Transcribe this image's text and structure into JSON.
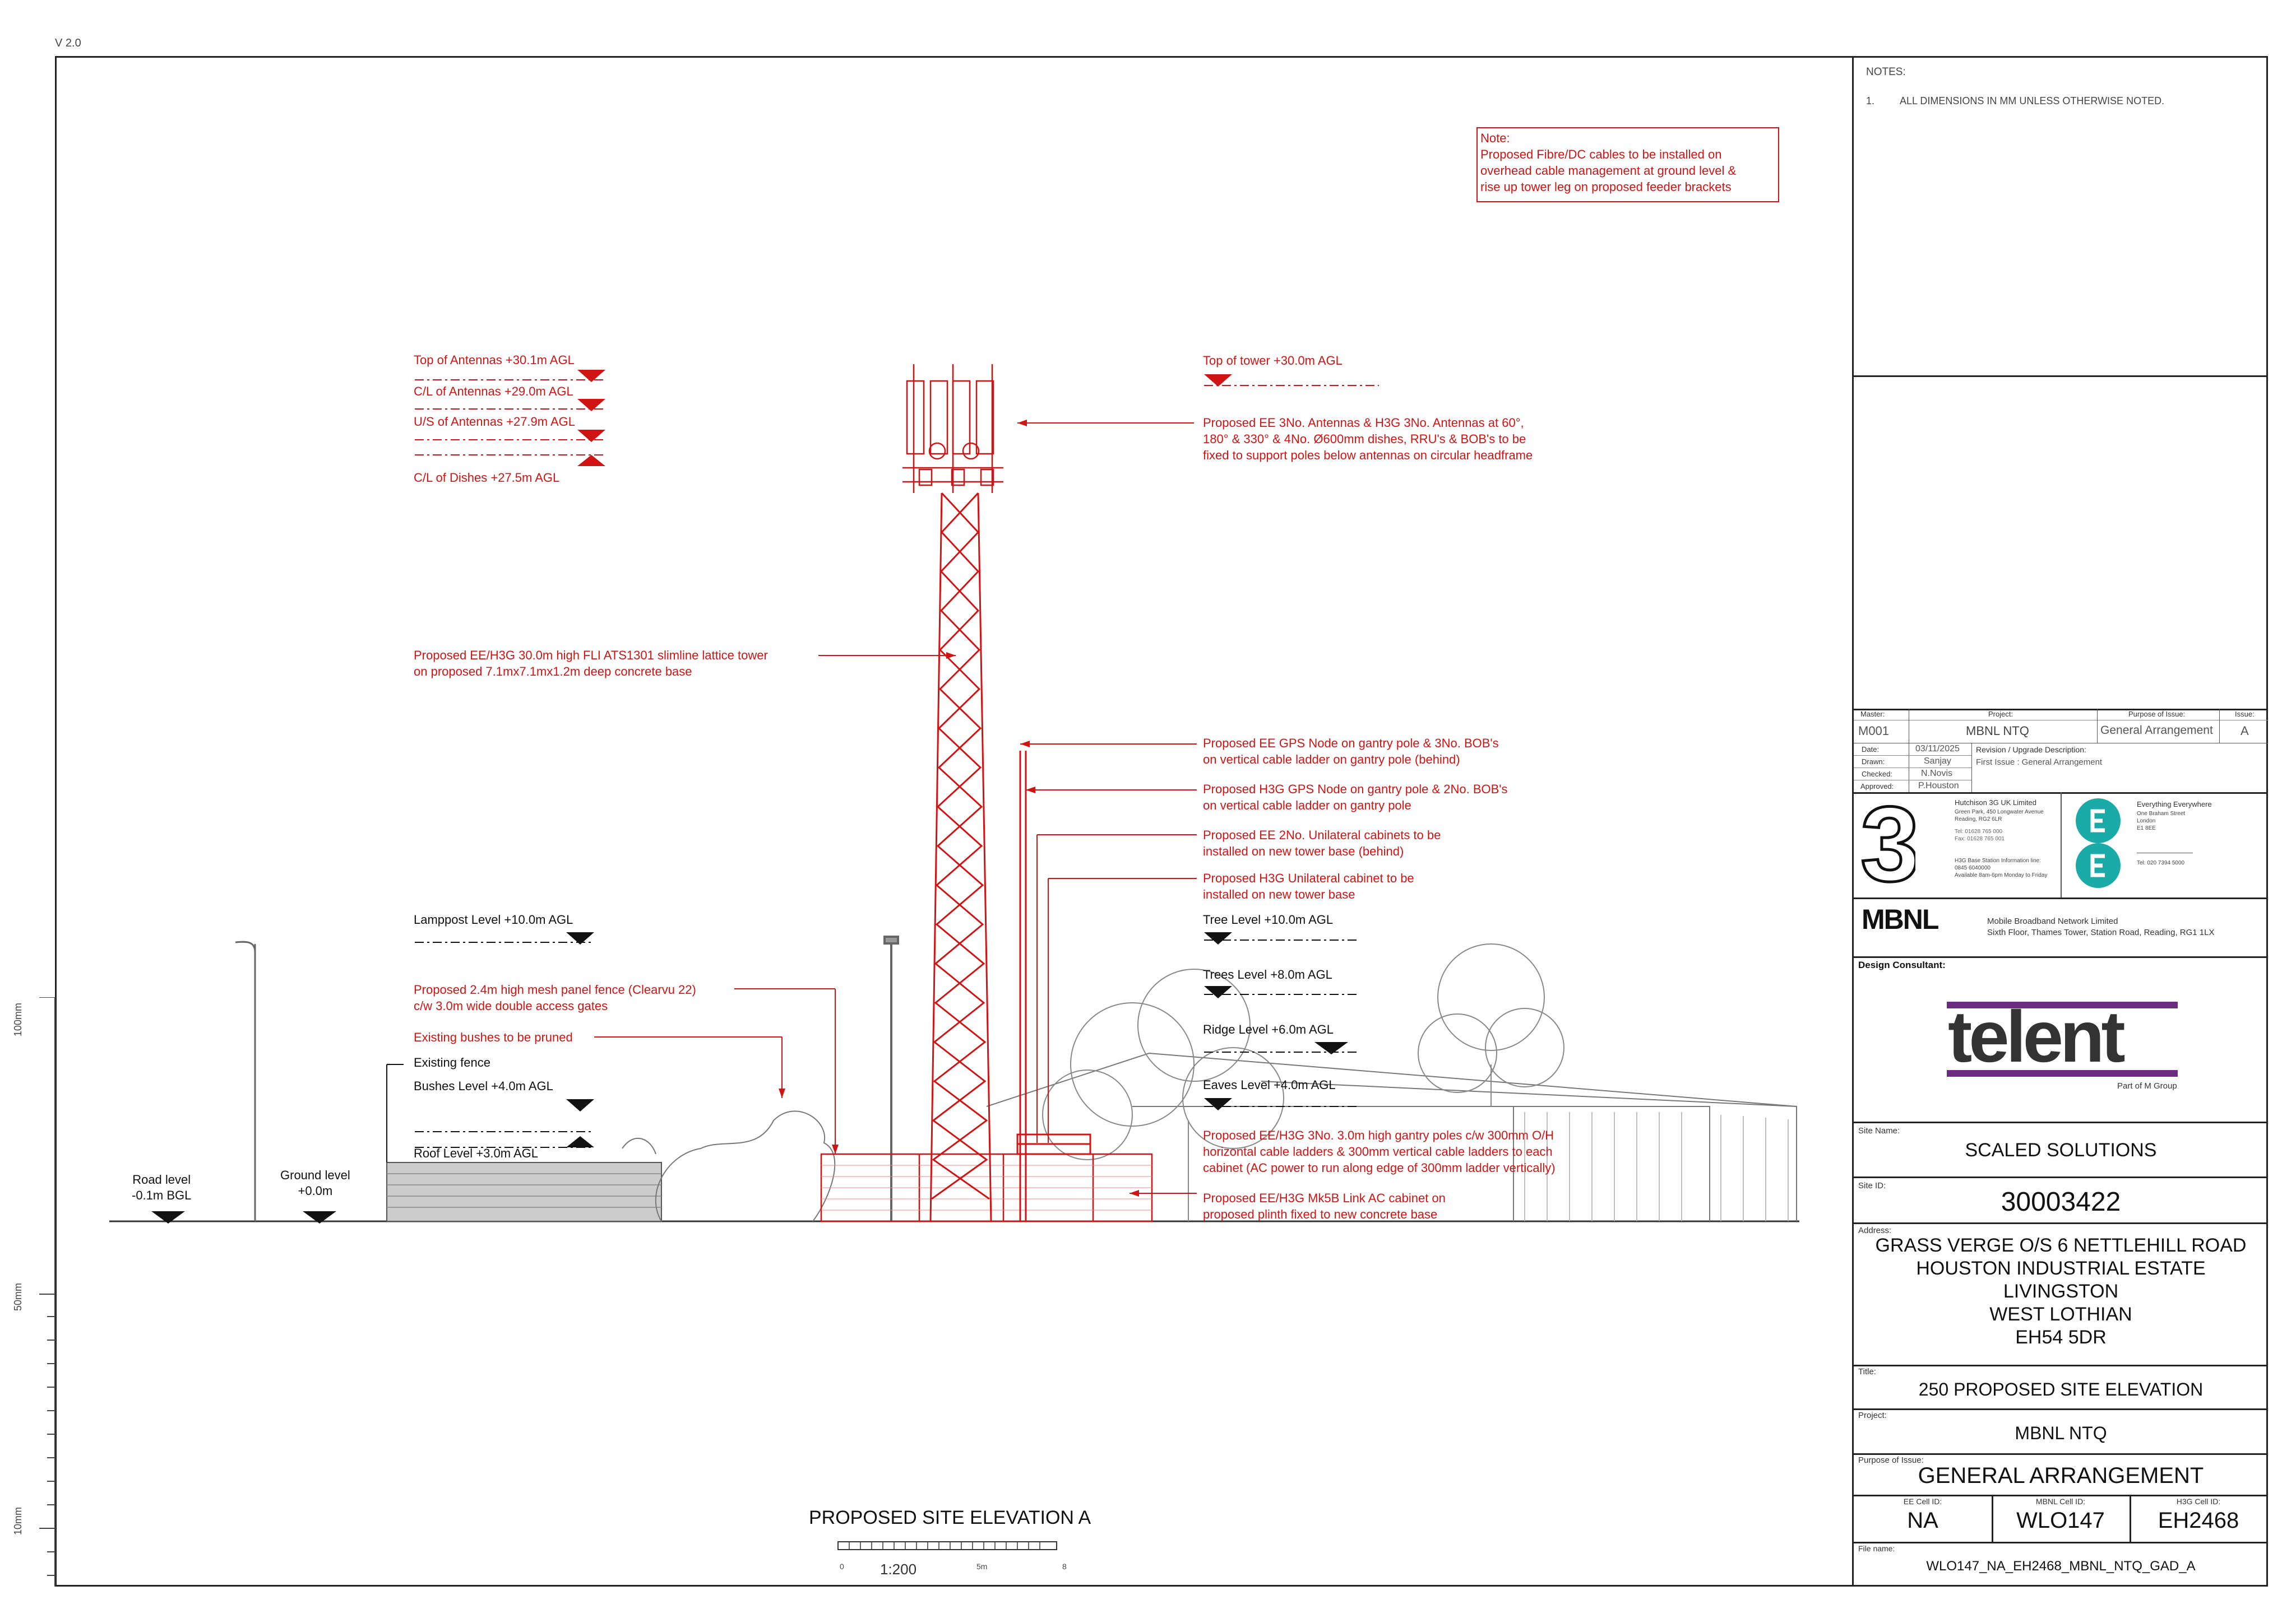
{
  "version": "V 2.0",
  "notes": {
    "title": "NOTES:",
    "items": [
      {
        "num": "1.",
        "text": "ALL DIMENSIONS IN MM UNLESS OTHERWISE NOTED."
      }
    ]
  },
  "red_note": {
    "title": "Note:",
    "lines": [
      "Proposed Fibre/DC cables to be installed on",
      "overhead cable management at ground level &",
      "rise up tower leg on proposed feeder brackets"
    ]
  },
  "levels_left": [
    {
      "label": "Top of Antennas +30.1m AGL"
    },
    {
      "label": "C/L of Antennas +29.0m AGL"
    },
    {
      "label": "U/S of Antennas +27.9m AGL"
    },
    {
      "label": "C/L of Dishes +27.5m AGL"
    }
  ],
  "top_of_tower": "Top of tower +30.0m AGL",
  "annotations": {
    "antennas": "Proposed EE 3No. Antennas & H3G 3No. Antennas at 60°,\n180° & 330° & 4No. Ø600mm dishes, RRU's & BOB's to be\nfixed to support poles below antennas on circular headframe",
    "tower": "Proposed EE/H3G 30.0m high FLI ATS1301 slimline lattice tower\non proposed 7.1mx7.1mx1.2m deep concrete base",
    "ee_gps": "Proposed EE GPS Node on gantry pole & 3No. BOB's\non vertical cable ladder on gantry pole (behind)",
    "h3g_gps": "Proposed H3G GPS Node on gantry pole & 2No. BOB's\non vertical cable ladder on gantry pole",
    "ee_cab": "Proposed EE 2No. Unilateral cabinets to be\ninstalled on new tower base (behind)",
    "h3g_cab": "Proposed H3G Unilateral cabinet to be\ninstalled on new tower base",
    "fence": "Proposed 2.4m high mesh panel fence (Clearvu 22)\nc/w 3.0m wide double access gates",
    "bushes_pruned": "Existing bushes to be pruned",
    "gantry": "Proposed EE/H3G 3No. 3.0m high gantry poles c/w 300mm O/H\nhorizontal cable ladders & 300mm vertical cable ladders to each\ncabinet (AC power to run along edge of 300mm ladder vertically)",
    "link_ac": "Proposed EE/H3G Mk5B Link AC cabinet on\nproposed plinth fixed to new concrete base",
    "existing_fence": "Existing fence"
  },
  "black_levels": {
    "lamppost": "Lamppost Level +10.0m AGL",
    "bushes": "Bushes Level +4.0m AGL",
    "roof": "Roof Level +3.0m AGL",
    "tree": "Tree Level +10.0m AGL",
    "trees": "Trees Level +8.0m AGL",
    "ridge": "Ridge Level +6.0m AGL",
    "eaves": "Eaves Level +4.0m AGL",
    "road": "Road level\n-0.1m BGL",
    "ground": "Ground level\n+0.0m"
  },
  "drawing_title": "PROPOSED SITE ELEVATION A",
  "scale": {
    "ratio": "1:200",
    "marks": [
      "0",
      "5m",
      "8"
    ]
  },
  "ruler": [
    "100mm",
    "50mm",
    "10mm"
  ],
  "title_block": {
    "master_label": "Master:",
    "master": "M001",
    "project_label": "Project:",
    "project": "MBNL NTQ",
    "purpose_label": "Purpose of Issue:",
    "purpose": "General Arrangement",
    "issue_label": "Issue:",
    "issue": "A",
    "date_label": "Date:",
    "date": "03/11/2025",
    "drawn_label": "Drawn:",
    "drawn": "Sanjay",
    "checked_label": "Checked:",
    "checked": "N.Novis",
    "approved_label": "Approved:",
    "approved": "P.Houston",
    "revision_label": "Revision / Upgrade Description:",
    "revision": "First Issue : General Arrangement",
    "h3g": {
      "name": "Hutchison 3G UK Limited",
      "addr": "Green Park, 450 Longwater Avenue\nReading, RG2 6LR",
      "tel": "Tel: 01628 765 000\nFax: 01628 765 001",
      "info": "H3G Base Station Information line:\n0845 6040000\nAvailable 8am-6pm Monday to Friday"
    },
    "ee": {
      "name": "Everything Everywhere",
      "addr": "One Braham Street\nLondon\nE1 8EE",
      "tel": "Tel: 020 7394 5000"
    },
    "mbnl": {
      "logo": "MBNL",
      "name": "Mobile Broadband Network Limited",
      "addr": "Sixth Floor, Thames Tower, Station Road, Reading, RG1 1LX"
    },
    "design_consultant_label": "Design Consultant:",
    "telent": {
      "logo": "telent",
      "sub": "Part of M Group"
    },
    "site_name_label": "Site Name:",
    "site_name": "SCALED SOLUTIONS",
    "site_id_label": "Site ID:",
    "site_id": "30003422",
    "address_label": "Address:",
    "address": [
      "GRASS VERGE O/S 6 NETTLEHILL ROAD",
      "HOUSTON INDUSTRIAL ESTATE",
      "LIVINGSTON",
      "WEST LOTHIAN",
      "EH54 5DR"
    ],
    "title_label": "Title:",
    "title": "250 PROPOSED SITE ELEVATION",
    "project2_label": "Project:",
    "project2": "MBNL NTQ",
    "purpose2_label": "Purpose of Issue:",
    "purpose2": "GENERAL ARRANGEMENT",
    "ee_cell_label": "EE Cell ID:",
    "ee_cell": "NA",
    "mbnl_cell_label": "MBNL Cell ID:",
    "mbnl_cell": "WLO147",
    "h3g_cell_label": "H3G Cell ID:",
    "h3g_cell": "EH2468",
    "file_label": "File name:",
    "file": "WLO147_NA_EH2468_MBNL_NTQ_GAD_A"
  },
  "colors": {
    "annotation": "#d01414",
    "telent_purple": "#6b2c80",
    "ee_teal": "#1aaba8"
  }
}
